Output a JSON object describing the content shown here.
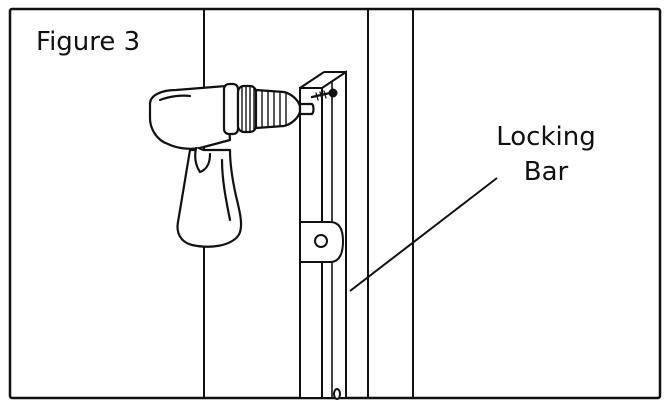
{
  "figure": {
    "title": "Figure 3",
    "callout": {
      "line1": "Locking",
      "line2": "Bar"
    }
  },
  "icons": {
    "drill": "cordless-drill-icon",
    "screw": "screw-icon"
  },
  "colors": {
    "ink": "#111111",
    "background": "#ffffff"
  }
}
